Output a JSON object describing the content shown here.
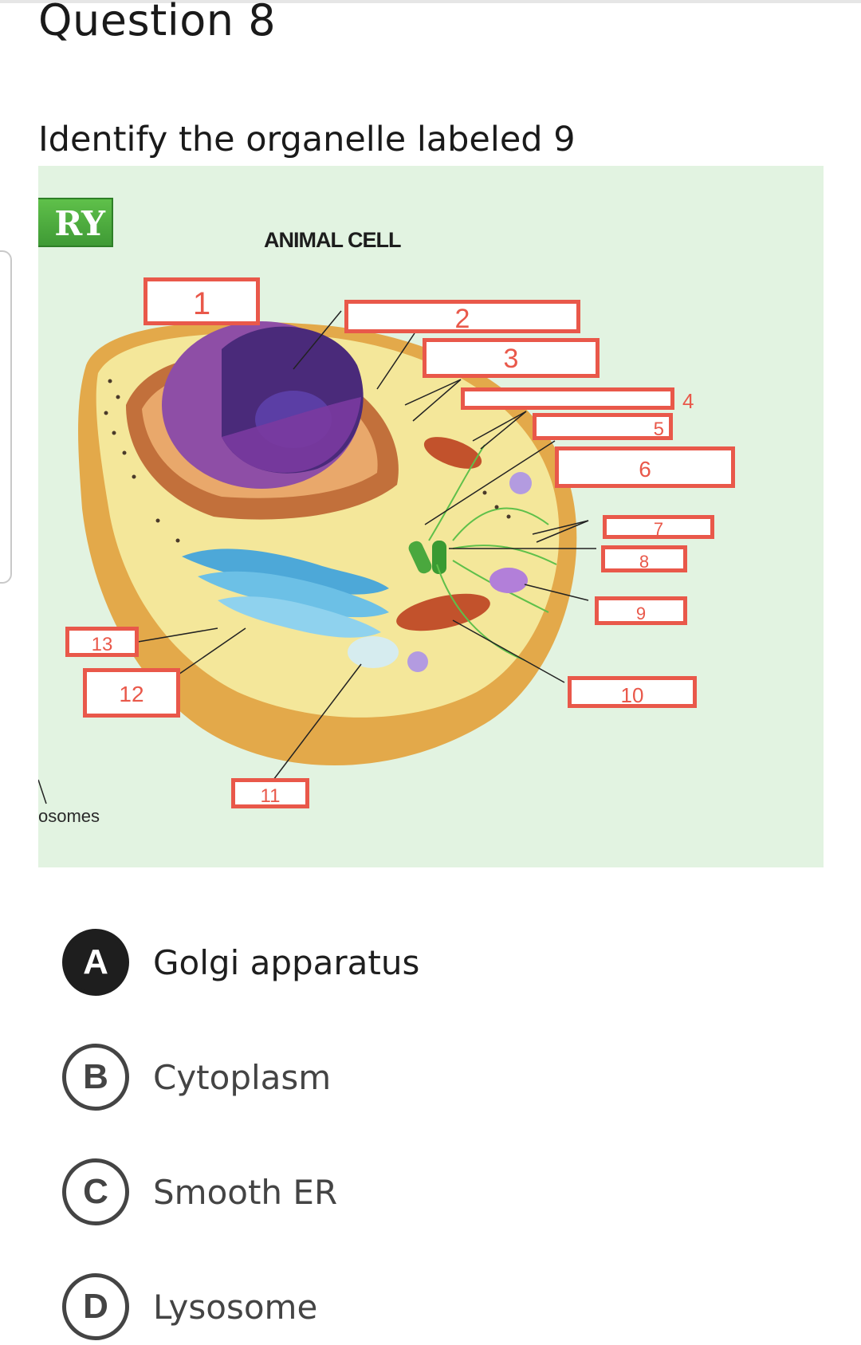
{
  "question": {
    "title": "Question 8",
    "prompt": "Identify the organelle labeled 9"
  },
  "figure": {
    "banner_text": "RY",
    "title": "ANIMAL CELL",
    "fragment_text": "osomes",
    "labels": [
      "1",
      "2",
      "3",
      "4",
      "5",
      "6",
      "7",
      "8",
      "9",
      "10",
      "11",
      "12",
      "13"
    ]
  },
  "options": [
    {
      "letter": "A",
      "text": "Golgi apparatus",
      "selected": true
    },
    {
      "letter": "B",
      "text": "Cytoplasm",
      "selected": false
    },
    {
      "letter": "C",
      "text": "Smooth ER",
      "selected": false
    },
    {
      "letter": "D",
      "text": "Lysosome",
      "selected": false
    }
  ],
  "colors": {
    "label_border": "#e9584a",
    "figure_bg": "#e2f3e1",
    "selected_badge": "#1e1e1e"
  }
}
